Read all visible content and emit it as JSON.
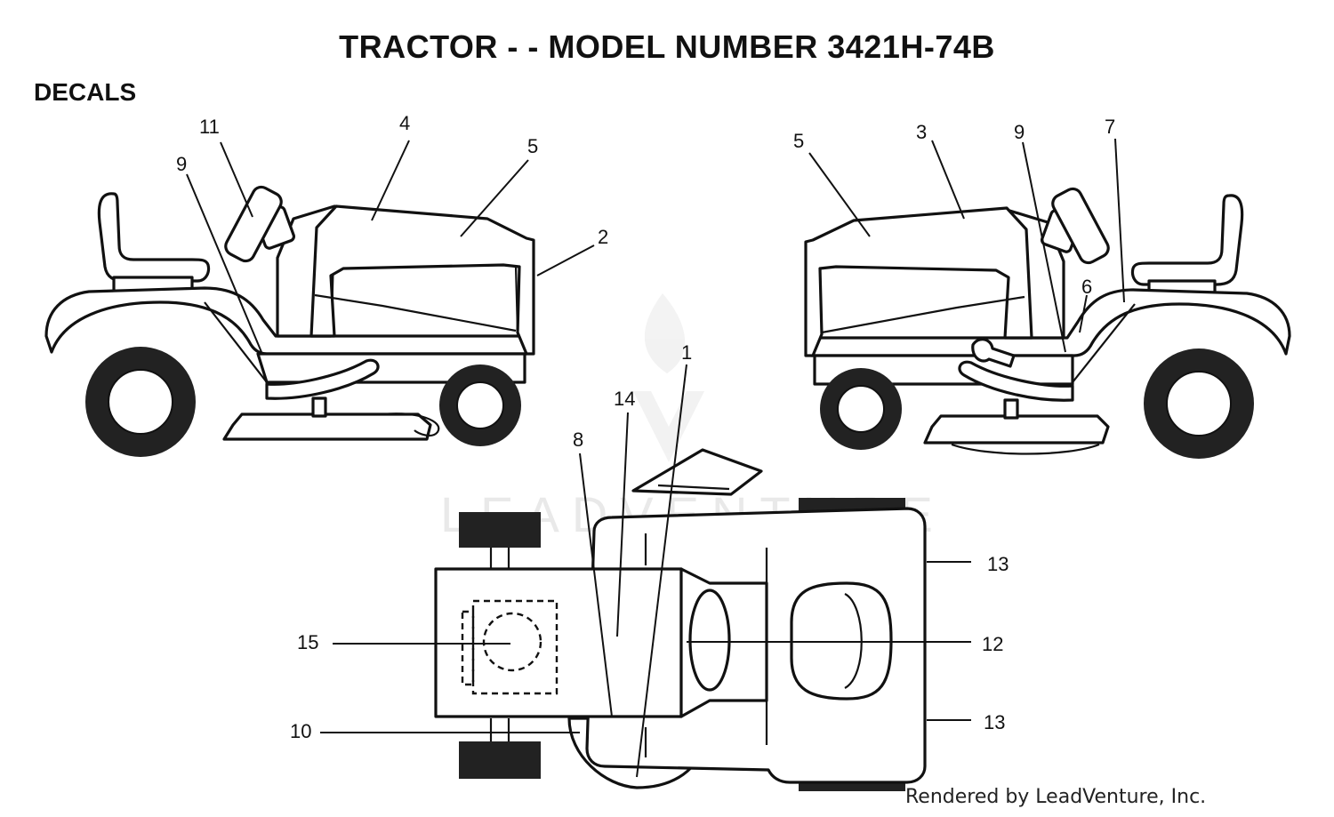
{
  "title": "TRACTOR - - MODEL NUMBER 3421H-74B",
  "section": "DECALS",
  "footer": "Rendered by LeadVenture, Inc.",
  "watermark": "LEADVENTURE",
  "callouts": {
    "left_view": [
      "11",
      "4",
      "5",
      "9",
      "2"
    ],
    "right_view": [
      "5",
      "3",
      "9",
      "7",
      "6"
    ],
    "top_view": [
      "1",
      "14",
      "8",
      "13",
      "12",
      "15",
      "10",
      "13"
    ]
  }
}
